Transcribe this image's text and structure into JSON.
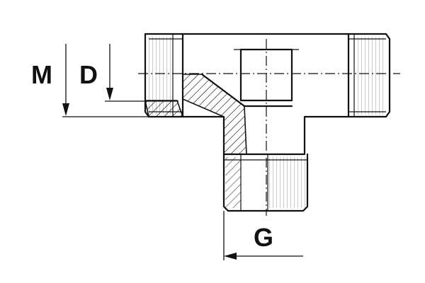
{
  "diagram": {
    "labels": {
      "m": "M",
      "d": "D",
      "g": "G"
    }
  }
}
